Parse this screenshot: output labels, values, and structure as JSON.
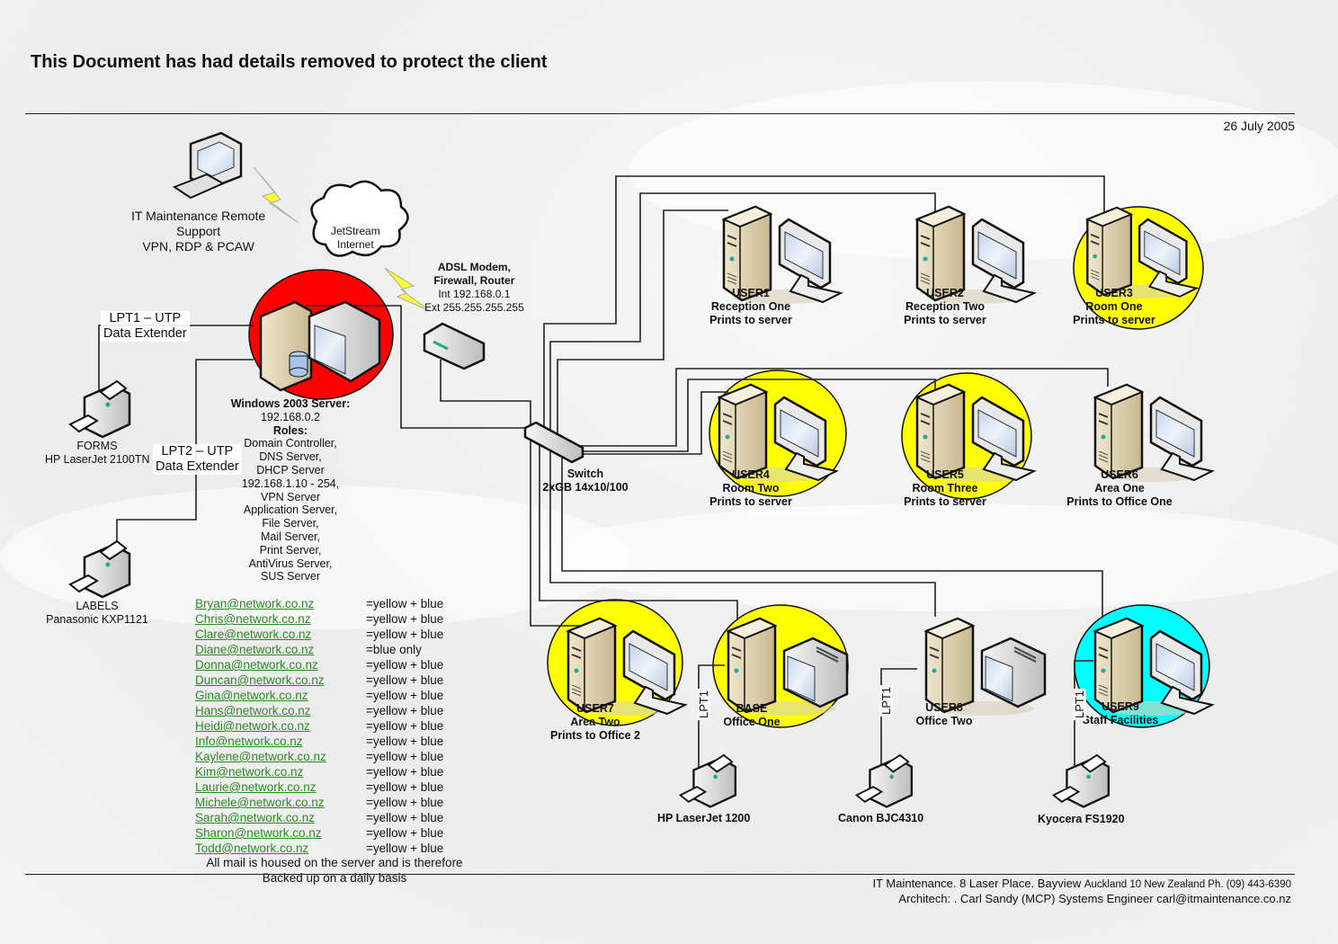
{
  "title": "This Document has had details removed to protect the client",
  "date": "26 July 2005",
  "remote_support": {
    "lines": [
      "IT Maintenance Remote",
      "Support",
      "VPN, RDP & PCAW"
    ]
  },
  "internet": {
    "lines": [
      "JetStream",
      "Internet"
    ]
  },
  "router": {
    "title_lines": [
      "ADSL Modem,",
      "Firewall, Router"
    ],
    "detail_lines": [
      "Int 192.168.0.1",
      "Ext 255.255.255.255"
    ]
  },
  "server": {
    "title": "Windows 2003 Server:",
    "ip": "192.168.0.2",
    "roles_heading": "Roles:",
    "roles": [
      "Domain Controller,",
      "DNS Server,",
      "DHCP Server",
      "192.168.1.10 - 254,",
      "VPN Server",
      "Application Server,",
      "File Server,",
      "Mail Server,",
      "Print Server,",
      "AntiVirus Server,",
      "SUS Server"
    ],
    "highlight_color": "#ff0000"
  },
  "extenders": {
    "lpt1": [
      "LPT1 – UTP",
      "Data Extender"
    ],
    "lpt2": [
      "LPT2 – UTP",
      "Data Extender"
    ]
  },
  "server_printers": [
    {
      "lines": [
        "FORMS",
        "HP LaserJet 2100TN"
      ]
    },
    {
      "lines": [
        "LABELS",
        "Panasonic KXP1121"
      ]
    }
  ],
  "switch": {
    "lines": [
      "Switch",
      "2xGB 14x10/100"
    ]
  },
  "colors": {
    "yellow": "#ffff00",
    "blue": "#00ffff",
    "red": "#ff0000",
    "link_green": "#2a8a22"
  },
  "workstations": [
    {
      "id": "user1",
      "lines": [
        "USER1",
        "Reception One",
        "Prints to server"
      ],
      "highlight": "none"
    },
    {
      "id": "user2",
      "lines": [
        "USER2",
        "Reception Two",
        "Prints to server"
      ],
      "highlight": "none"
    },
    {
      "id": "user3",
      "lines": [
        "USER3",
        "Room One",
        "Prints to server"
      ],
      "highlight": "yellow"
    },
    {
      "id": "user4",
      "lines": [
        "USER4",
        "Room Two",
        "Prints to server"
      ],
      "highlight": "yellow"
    },
    {
      "id": "user5",
      "lines": [
        "USER5",
        "Room Three",
        "Prints to server"
      ],
      "highlight": "yellow"
    },
    {
      "id": "user6",
      "lines": [
        "USER6",
        "Area One",
        "Prints to Office One"
      ],
      "highlight": "none"
    },
    {
      "id": "user7",
      "lines": [
        "USER7",
        "Area Two",
        "Prints to Office 2"
      ],
      "highlight": "yellow"
    },
    {
      "id": "base",
      "lines": [
        "BASE",
        "Office One"
      ],
      "highlight": "yellow"
    },
    {
      "id": "user8",
      "lines": [
        "USER8",
        "Office Two"
      ],
      "highlight": "none"
    },
    {
      "id": "user9",
      "lines": [
        "USER9",
        "Staff Facilities"
      ],
      "highlight": "blue"
    }
  ],
  "local_printers": [
    {
      "port": "LPT1",
      "name": "HP LaserJet 1200"
    },
    {
      "port": "LPT1",
      "name": "Canon BJC4310"
    },
    {
      "port": "LPT1",
      "name": "Kyocera FS1920"
    }
  ],
  "emails": [
    {
      "address": "Bryan@network.co.nz",
      "access": "=yellow + blue"
    },
    {
      "address": "Chris@network.co.nz",
      "access": "=yellow + blue"
    },
    {
      "address": "Clare@network.co.nz",
      "access": "=yellow + blue"
    },
    {
      "address": "Diane@network.co.nz",
      "access": "=blue only"
    },
    {
      "address": "Donna@network.co.nz",
      "access": "=yellow + blue"
    },
    {
      "address": "Duncan@network.co.nz",
      "access": "=yellow + blue"
    },
    {
      "address": "Gina@network.co.nz",
      "access": "=yellow + blue"
    },
    {
      "address": "Hans@network.co.nz",
      "access": "=yellow + blue"
    },
    {
      "address": "Heidi@network.co.nz",
      "access": "=yellow + blue"
    },
    {
      "address": "Info@network.co.nz",
      "access": "=yellow + blue"
    },
    {
      "address": "Kaylene@network.co.nz",
      "access": "=yellow + blue"
    },
    {
      "address": "Kim@network.co.nz",
      "access": "=yellow + blue"
    },
    {
      "address": "Laurie@network.co.nz",
      "access": "=yellow + blue"
    },
    {
      "address": "Michele@network.co.nz",
      "access": "=yellow + blue"
    },
    {
      "address": "Sarah@network.co.nz",
      "access": "=yellow + blue"
    },
    {
      "address": "Sharon@network.co.nz",
      "access": "=yellow + blue"
    },
    {
      "address": "Todd@network.co.nz",
      "access": "=yellow + blue"
    }
  ],
  "mail_note": [
    "All mail is housed on the server and is therefore",
    "Backed up on a daily basis"
  ],
  "footer": {
    "line1_main": "IT Maintenance. 8 Laser Place. Bayview",
    "line1_small": "Auckland 10 New Zealand Ph. (09) 443-6390",
    "line2": "Architech: . Carl Sandy (MCP) Systems Engineer carl@itmaintenance.co.nz"
  }
}
